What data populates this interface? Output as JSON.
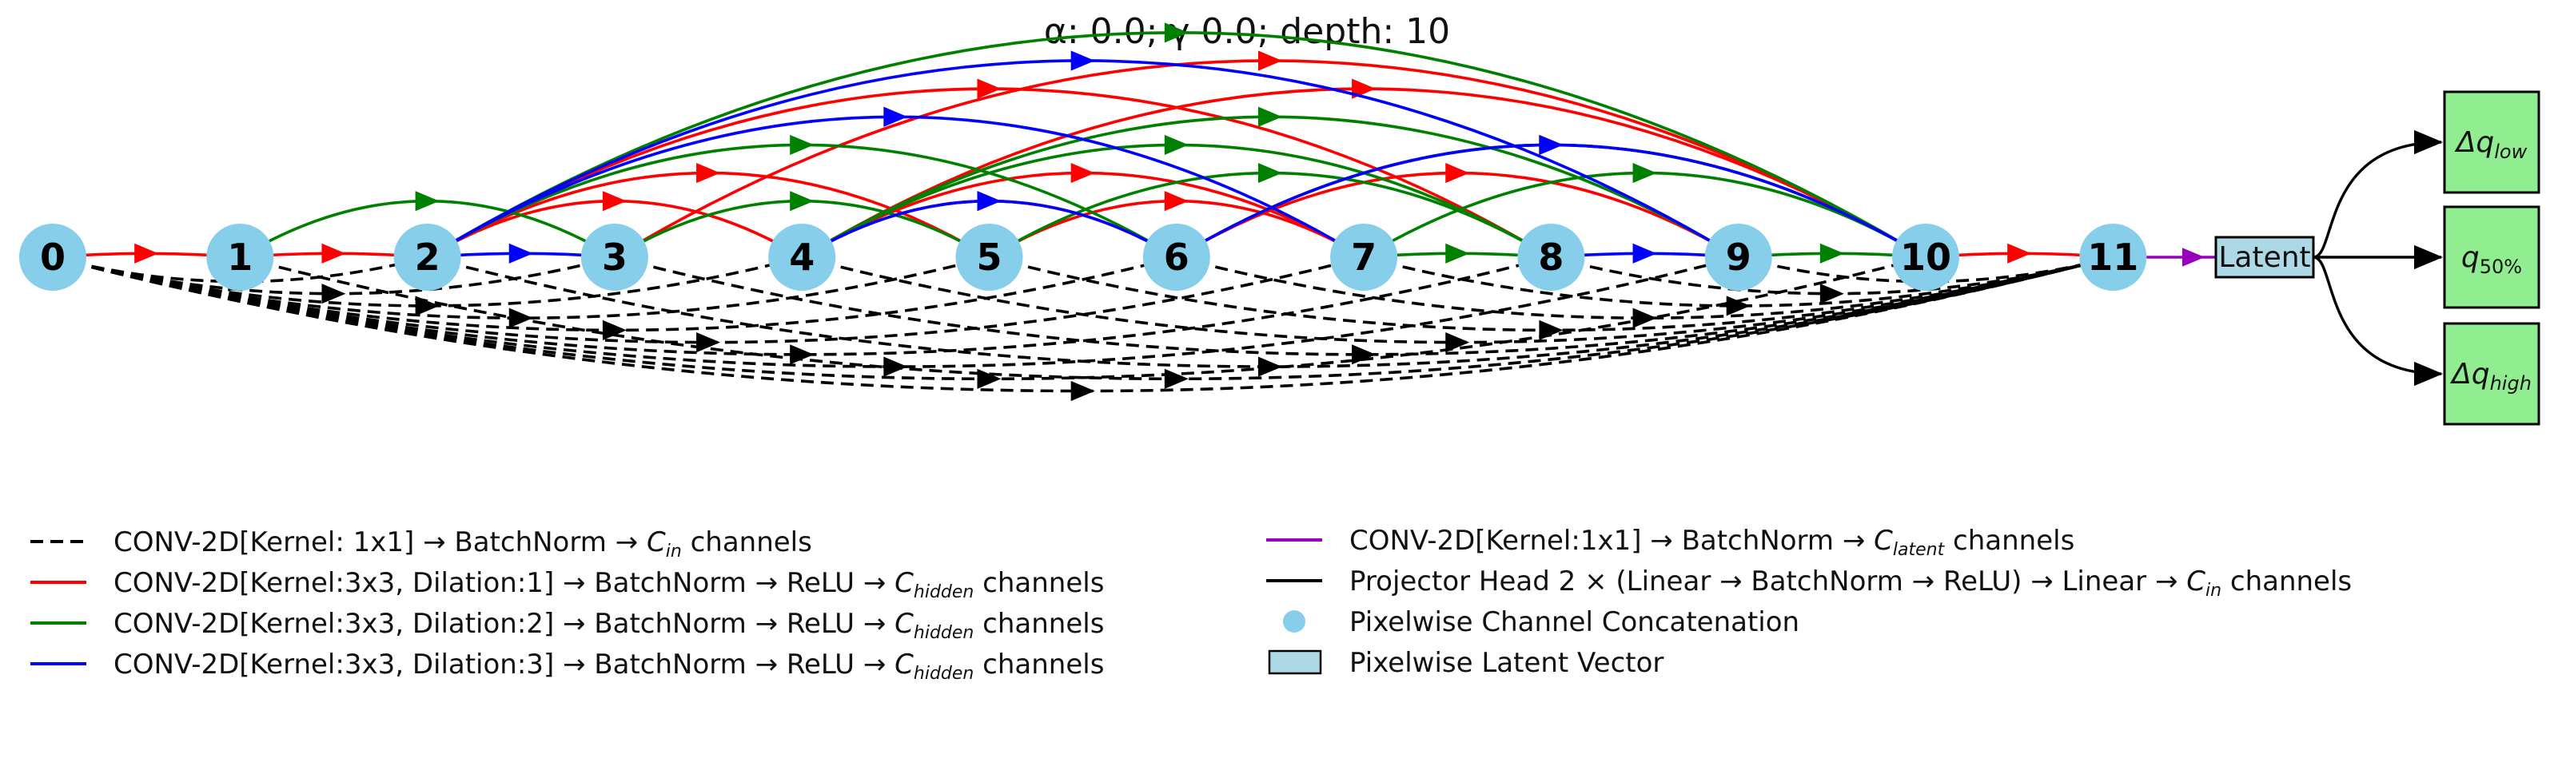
{
  "title": "α: 0.0; γ 0.0; depth: 10",
  "nodes": [
    "0",
    "1",
    "2",
    "3",
    "4",
    "5",
    "6",
    "7",
    "8",
    "9",
    "10",
    "11"
  ],
  "latent_label": "Latent",
  "heads": [
    {
      "main": "Δq",
      "sub": "low"
    },
    {
      "main": "q",
      "sub": "50%"
    },
    {
      "main": "Δq",
      "sub": "high"
    }
  ],
  "colors": {
    "node": "#87ceeb",
    "latent": "#add8e6",
    "head": "#90ee90",
    "red": "#ff0000",
    "green": "#008000",
    "blue": "#0000ff",
    "purple": "#9900bb",
    "black": "#000000"
  },
  "edges": {
    "red": [
      [
        0,
        1
      ],
      [
        1,
        2
      ],
      [
        2,
        4
      ],
      [
        2,
        5
      ],
      [
        2,
        8
      ],
      [
        4,
        6
      ],
      [
        4,
        7
      ],
      [
        4,
        10
      ],
      [
        5,
        7
      ],
      [
        6,
        9
      ],
      [
        6,
        10
      ],
      [
        10,
        11
      ],
      [
        3,
        10
      ]
    ],
    "green": [
      [
        1,
        3
      ],
      [
        2,
        6
      ],
      [
        3,
        5
      ],
      [
        4,
        8
      ],
      [
        4,
        9
      ],
      [
        5,
        8
      ],
      [
        6,
        10
      ],
      [
        7,
        8
      ],
      [
        7,
        10
      ],
      [
        9,
        10
      ],
      [
        2,
        10
      ]
    ],
    "blue": [
      [
        2,
        3
      ],
      [
        2,
        7
      ],
      [
        2,
        9
      ],
      [
        4,
        6
      ],
      [
        6,
        10
      ],
      [
        8,
        9
      ]
    ],
    "black_dashed_to_11": [
      0,
      1,
      2,
      3,
      4,
      5,
      6,
      7,
      8,
      9
    ],
    "black_dashed_from_0": [
      2,
      3,
      4,
      5,
      6,
      7,
      8,
      9,
      10,
      11
    ]
  },
  "legend_left": [
    {
      "style": "dashed",
      "color": "black",
      "text": "CONV-2D[Kernel: 1x1] → BatchNorm → ",
      "var": "C",
      "sub": "in",
      "tail": " channels"
    },
    {
      "style": "solid",
      "color": "red",
      "text": "CONV-2D[Kernel:3x3, Dilation:1] → BatchNorm → ReLU → ",
      "var": "C",
      "sub": "hidden",
      "tail": " channels"
    },
    {
      "style": "solid",
      "color": "green",
      "text": "CONV-2D[Kernel:3x3, Dilation:2] → BatchNorm → ReLU → ",
      "var": "C",
      "sub": "hidden",
      "tail": " channels"
    },
    {
      "style": "solid",
      "color": "blue",
      "text": "CONV-2D[Kernel:3x3, Dilation:3] → BatchNorm → ReLU → ",
      "var": "C",
      "sub": "hidden",
      "tail": " channels"
    }
  ],
  "legend_right": [
    {
      "style": "solid",
      "color": "purple",
      "text": "CONV-2D[Kernel:1x1] → BatchNorm → ",
      "var": "C",
      "sub": "latent",
      "tail": " channels"
    },
    {
      "style": "solid",
      "color": "black",
      "text": "Projector Head 2 × (Linear → BatchNorm → ReLU) → Linear → ",
      "var": "C",
      "sub": "in",
      "tail": " channels"
    },
    {
      "style": "circle",
      "color": "node",
      "text": "Pixelwise Channel Concatenation"
    },
    {
      "style": "rect",
      "color": "latent",
      "text": "Pixelwise Latent Vector"
    }
  ]
}
